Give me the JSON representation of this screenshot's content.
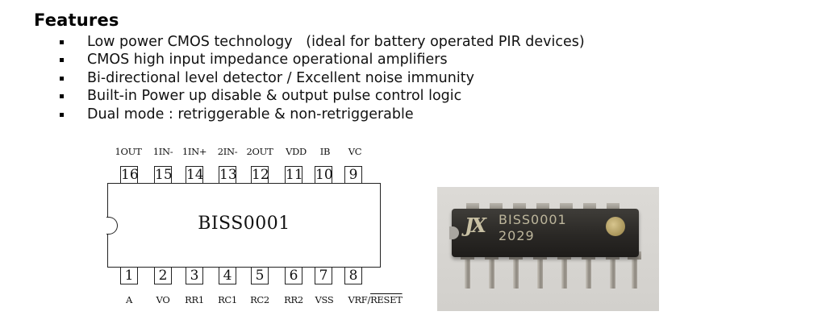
{
  "heading": "Features",
  "features": [
    "Low power CMOS technology   (ideal for battery operated PIR devices)",
    "CMOS high input impedance operational amplifiers",
    "Bi-directional level detector / Excellent noise immunity",
    "Built-in Power up disable & output pulse control logic",
    "Dual mode : retriggerable & non-retriggerable"
  ],
  "ic": {
    "label": "BISS0001",
    "top_pins": [
      {
        "num": "16",
        "name": "1OUT"
      },
      {
        "num": "15",
        "name": "1IN-"
      },
      {
        "num": "14",
        "name": "1IN+"
      },
      {
        "num": "13",
        "name": "2IN-"
      },
      {
        "num": "12",
        "name": "2OUT"
      },
      {
        "num": "11",
        "name": "VDD"
      },
      {
        "num": "10",
        "name": "IB"
      },
      {
        "num": "9",
        "name": "VC"
      }
    ],
    "bottom_pins": [
      {
        "num": "1",
        "name": "A"
      },
      {
        "num": "2",
        "name": "VO"
      },
      {
        "num": "3",
        "name": "RR1"
      },
      {
        "num": "4",
        "name": "RC1"
      },
      {
        "num": "5",
        "name": "RC2"
      },
      {
        "num": "6",
        "name": "RR2"
      },
      {
        "num": "7",
        "name": "VSS"
      },
      {
        "num": "8",
        "name": "VRF/",
        "name_overline": "RESET"
      }
    ]
  },
  "photo": {
    "logo": "JX",
    "marking_line1": "BISS0001",
    "marking_line2": "2029"
  }
}
